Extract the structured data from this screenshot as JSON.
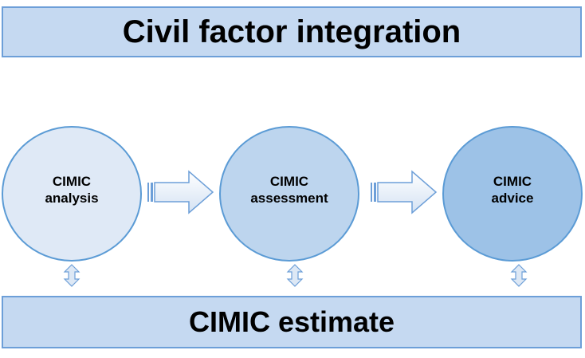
{
  "header": {
    "title": "Civil factor integration"
  },
  "footer": {
    "title": "CIMIC estimate"
  },
  "stages": [
    {
      "line1": "CIMIC",
      "line2": "analysis"
    },
    {
      "line1": "CIMIC",
      "line2": "assessment"
    },
    {
      "line1": "CIMIC",
      "line2": "advice"
    }
  ],
  "colors": {
    "banner_fill": "#c5d9f1",
    "banner_border": "#6d9fd8",
    "circle_border": "#5b9bd5",
    "arrow_fill": "#dde8f5",
    "arrow_border": "#6d9fd8"
  }
}
